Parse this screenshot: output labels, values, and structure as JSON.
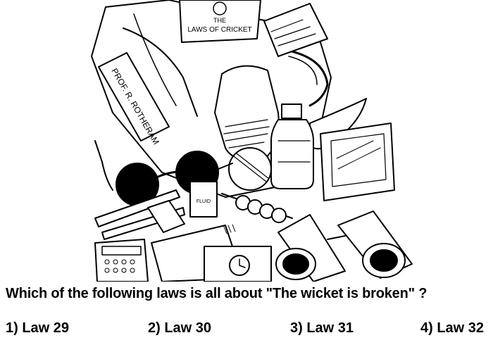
{
  "illustration": {
    "book_title_line1": "THE",
    "book_title_line2": "LAWS OF CRICKET",
    "bag_tag": "PROF. R. ROTHERAM",
    "bottle_label": "FLUID"
  },
  "question": {
    "text": "Which of the following laws is all about \"The wicket is broken\" ?"
  },
  "options": [
    {
      "label": "1) Law 29"
    },
    {
      "label": "2) Law 30"
    },
    {
      "label": "3) Law 31"
    },
    {
      "label": "4) Law 32"
    }
  ]
}
